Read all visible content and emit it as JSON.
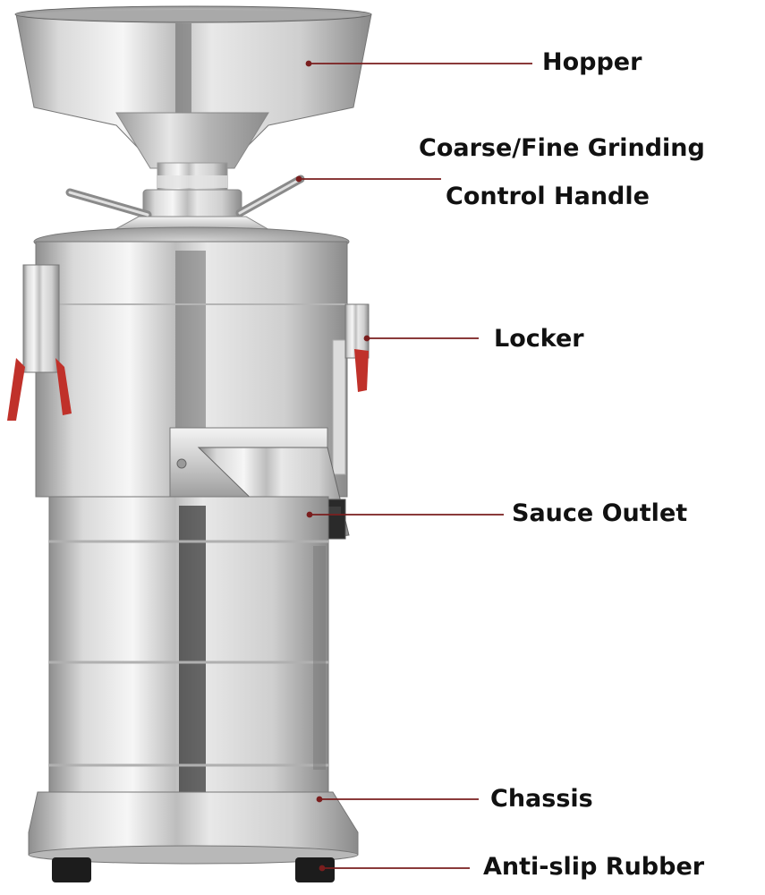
{
  "callouts": [
    {
      "id": "hopper",
      "label": "Hopper"
    },
    {
      "id": "control-handle",
      "label_line1": "Coarse/Fine Grinding",
      "label_line2": "Control Handle"
    },
    {
      "id": "locker",
      "label": "Locker"
    },
    {
      "id": "sauce-outlet",
      "label": "Sauce Outlet"
    },
    {
      "id": "chassis",
      "label": "Chassis"
    },
    {
      "id": "anti-slip-rubber",
      "label": "Anti-slip Rubber"
    }
  ],
  "colors": {
    "leader_line": "#7a1e1e",
    "steel_light": "#eeeeee",
    "steel_mid": "#c8c8c8",
    "steel_dark": "#7f7f7f",
    "locker_red": "#c0312a",
    "rubber_black": "#1c1c1c"
  }
}
